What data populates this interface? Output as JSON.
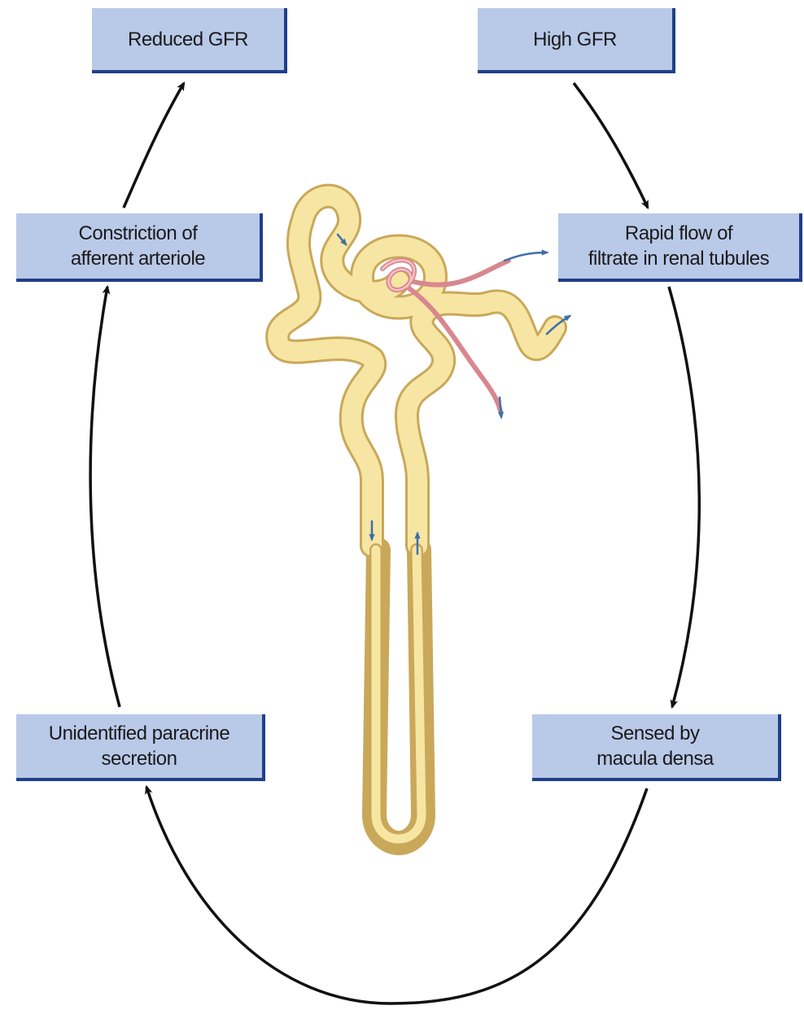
{
  "diagram": {
    "nodes": [
      {
        "id": "reduced_gfr",
        "label": "Reduced GFR"
      },
      {
        "id": "high_gfr",
        "label": "High GFR"
      },
      {
        "id": "rapid_flow",
        "label": "Rapid flow of\nfiltrate in renal tubules"
      },
      {
        "id": "macula_densa",
        "label": "Sensed by\nmacula densa"
      },
      {
        "id": "paracrine",
        "label": "Unidentified paracrine\nsecretion"
      },
      {
        "id": "constriction",
        "label": "Constriction of\nafferent arteriole"
      }
    ],
    "edges": [
      {
        "from": "high_gfr",
        "to": "rapid_flow"
      },
      {
        "from": "rapid_flow",
        "to": "macula_densa"
      },
      {
        "from": "macula_densa",
        "to": "paracrine"
      },
      {
        "from": "paracrine",
        "to": "constriction"
      },
      {
        "from": "constriction",
        "to": "reduced_gfr"
      }
    ],
    "colors": {
      "box_fill": "#b9c9e8",
      "box_shadow": "#1f3f8a",
      "arrow": "#111111",
      "nephron_fill": "#f7e6a3",
      "nephron_outline": "#c9a85a",
      "vessel": "#e7a3a8",
      "flow_arrow": "#3f6fa8"
    },
    "illustration": "nephron-icon"
  }
}
